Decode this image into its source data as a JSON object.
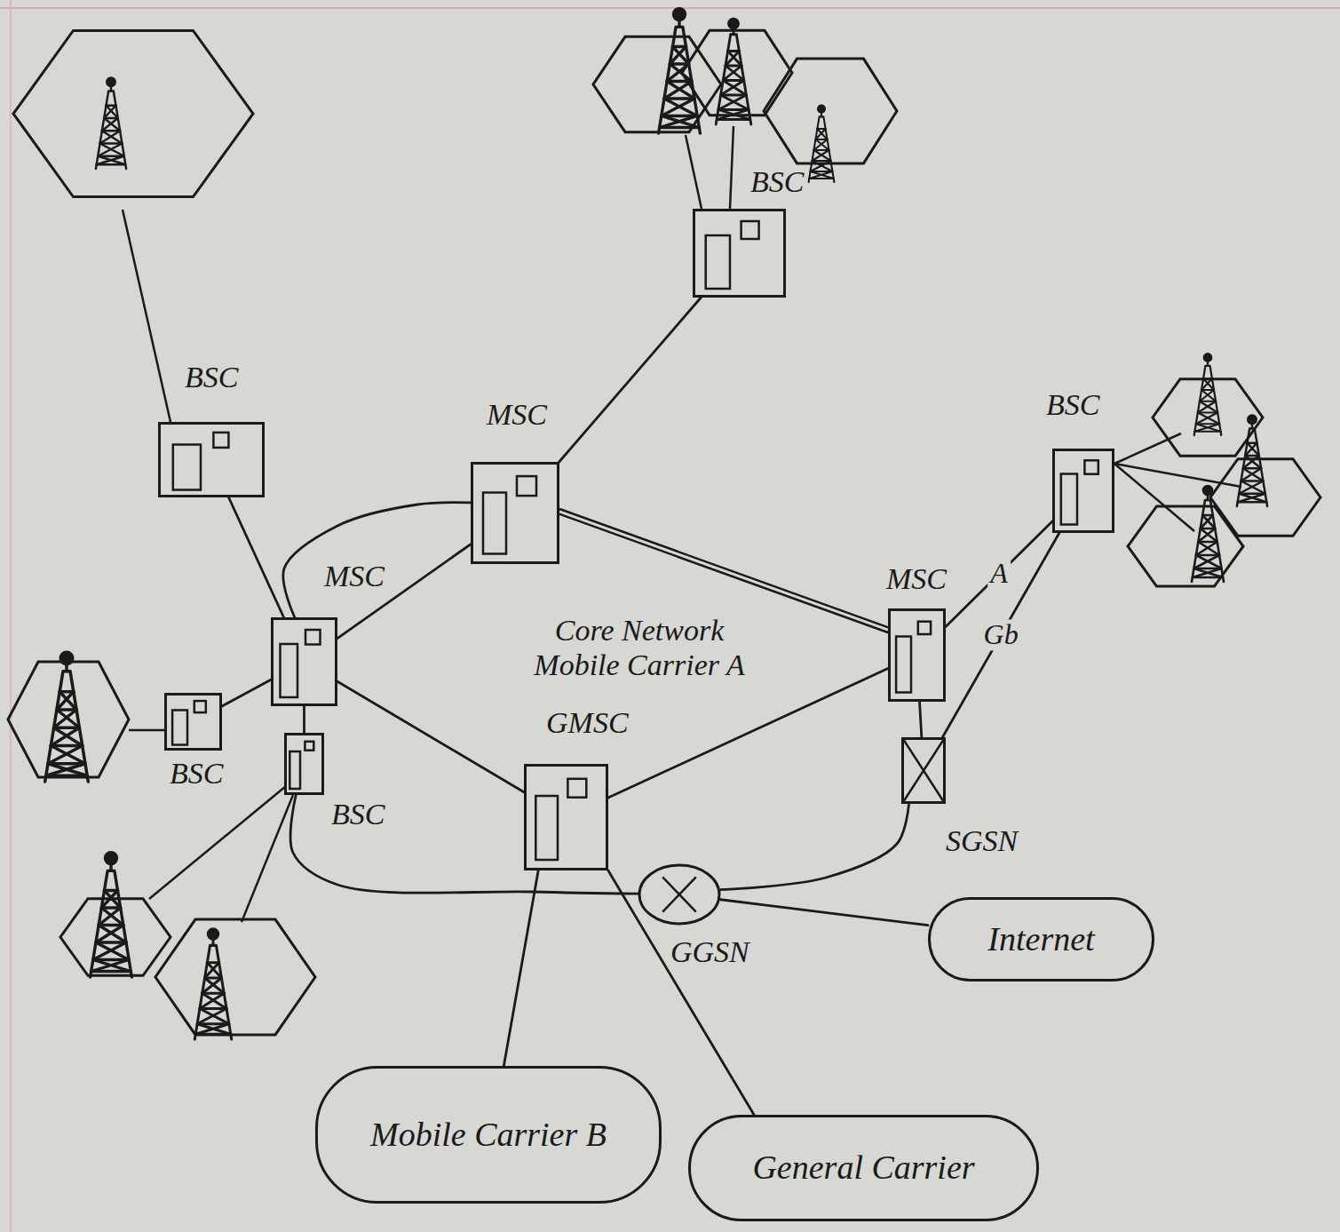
{
  "diagram": {
    "nodes": [
      {
        "text": [
          "BSC"
        ]
      },
      {
        "text": [
          "BSC"
        ]
      },
      {
        "text": [
          "MSC"
        ]
      },
      {
        "text": [
          "BSC"
        ]
      },
      {
        "text": [
          "MSC"
        ]
      },
      {
        "text": [
          "MSC"
        ]
      },
      {
        "text": [
          "BSC"
        ]
      },
      {
        "text": [
          "BSC"
        ]
      },
      {
        "text": [
          "GMSC"
        ]
      },
      {
        "text": [
          "SGSN"
        ]
      },
      {
        "text": [
          "GGSN"
        ]
      },
      {
        "text": [
          "Internet"
        ]
      },
      {
        "text": [
          "Mobile Carrier B"
        ]
      },
      {
        "text": [
          "General Carrier"
        ]
      }
    ],
    "edges": [
      {
        "from": 0,
        "to": 4,
        "arrow": "none"
      },
      {
        "from": 1,
        "to": 2,
        "arrow": "none"
      },
      {
        "from": 4,
        "to": 2,
        "arrow": "none"
      },
      {
        "from": 4,
        "to": 2,
        "arrow": "none"
      },
      {
        "from": 2,
        "to": 5,
        "arrow": "none"
      },
      {
        "from": 5,
        "to": 3,
        "label": "A",
        "arrow": "none"
      },
      {
        "from": 9,
        "to": 3,
        "label": "Gb",
        "arrow": "none"
      },
      {
        "from": 4,
        "to": 8,
        "arrow": "none"
      },
      {
        "from": 5,
        "to": 8,
        "arrow": "none"
      },
      {
        "from": 6,
        "to": 4,
        "arrow": "none"
      },
      {
        "from": 4,
        "to": 7,
        "arrow": "none"
      },
      {
        "from": 7,
        "to": 10,
        "arrow": "none"
      },
      {
        "from": 5,
        "to": 9,
        "arrow": "none"
      },
      {
        "from": 9,
        "to": 10,
        "arrow": "none"
      },
      {
        "from": 10,
        "to": 11,
        "arrow": "none"
      },
      {
        "from": 8,
        "to": 12,
        "arrow": "none"
      },
      {
        "from": 8,
        "to": 13,
        "arrow": "none"
      }
    ],
    "labels": [
      "Core Network Mobile Carrier A"
    ]
  }
}
